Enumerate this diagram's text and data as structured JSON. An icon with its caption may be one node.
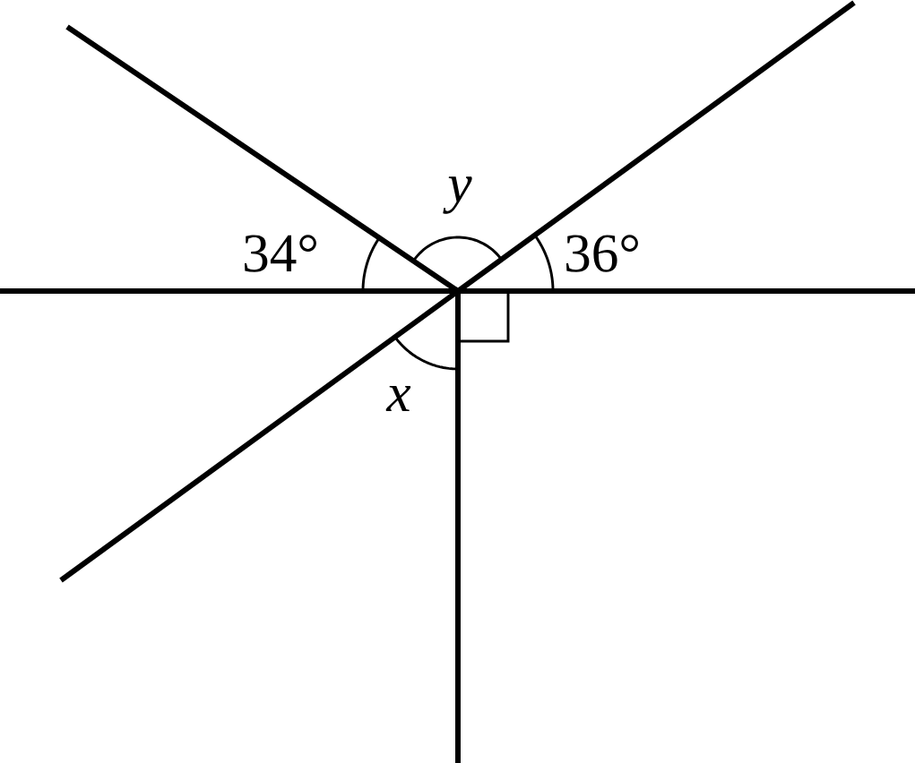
{
  "diagram": {
    "labels": [
      "y",
      "34°",
      "36°",
      "x"
    ]
  }
}
